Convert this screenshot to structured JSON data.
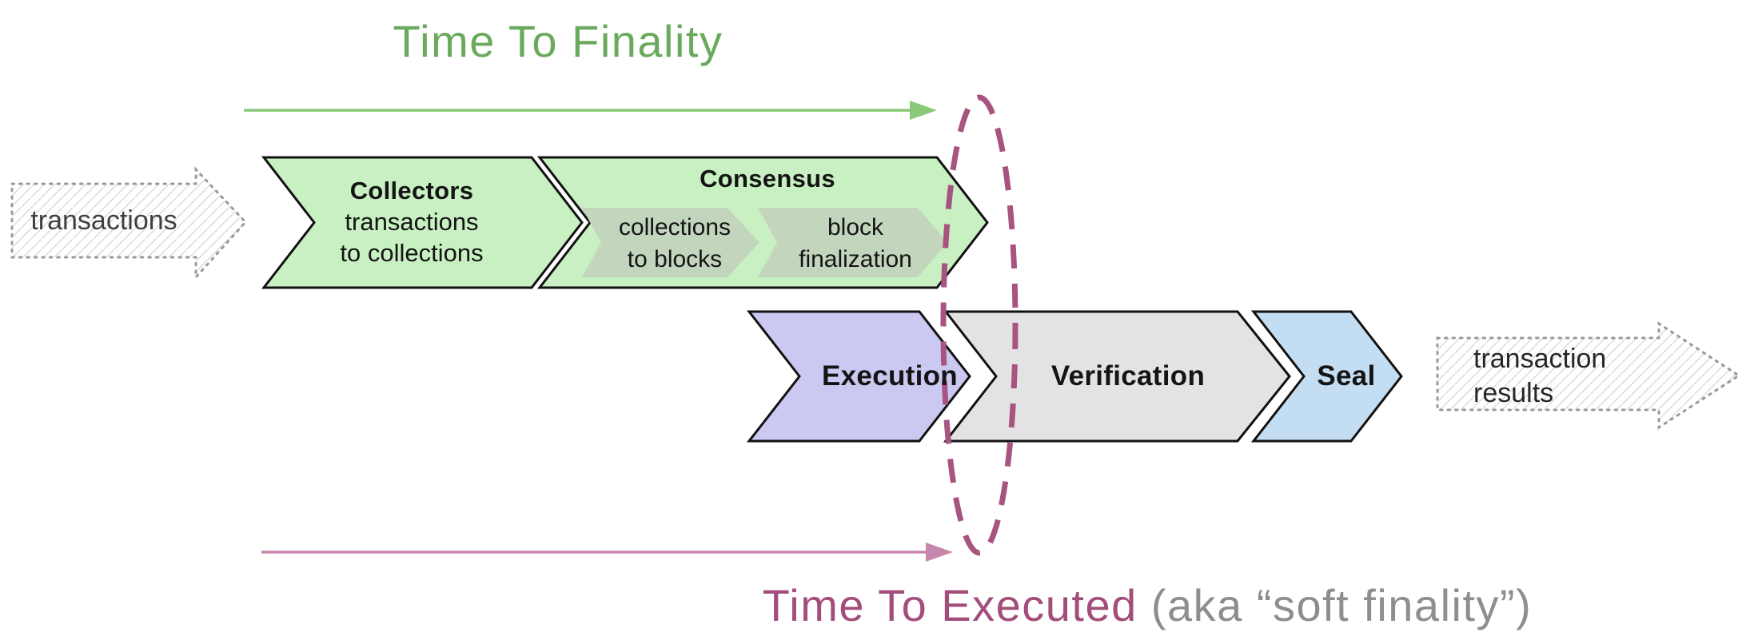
{
  "colors": {
    "title_green": "#6aaa5c",
    "arrow_green": "#8cc87a",
    "stage_green": "#c9f0c2",
    "stage_inner_green": "#c3d6bd",
    "stage_purple": "#cbc8f1",
    "stage_gray": "#e3e3e3",
    "stage_blue": "#c3ddf3",
    "outline_black": "#111111",
    "ellipse_maroon": "#a85480",
    "arrow_pink": "#c787ad",
    "title_maroon": "#a34d7b",
    "subtitle_gray": "#8e8e8e",
    "sketch_gray": "#9a9a9a",
    "hatch_gray": "#d9d9d9"
  },
  "timelines": {
    "finality": {
      "label": "Time To Finality"
    },
    "executed": {
      "label": "Time To Executed",
      "suffix": " (aka “soft finality”)"
    }
  },
  "io": {
    "input": {
      "label": "transactions"
    },
    "output": {
      "line1": "transaction",
      "line2": "results"
    }
  },
  "stages": {
    "collectors": {
      "title": "Collectors",
      "line1": "transactions",
      "line2": "to collections"
    },
    "consensus": {
      "title": "Consensus",
      "substeps": [
        {
          "line1": "collections",
          "line2": "to blocks"
        },
        {
          "line1": "block",
          "line2": "finalization"
        }
      ]
    },
    "execution": {
      "title": "Execution"
    },
    "verification": {
      "title": "Verification"
    },
    "seal": {
      "title": "Seal"
    }
  }
}
